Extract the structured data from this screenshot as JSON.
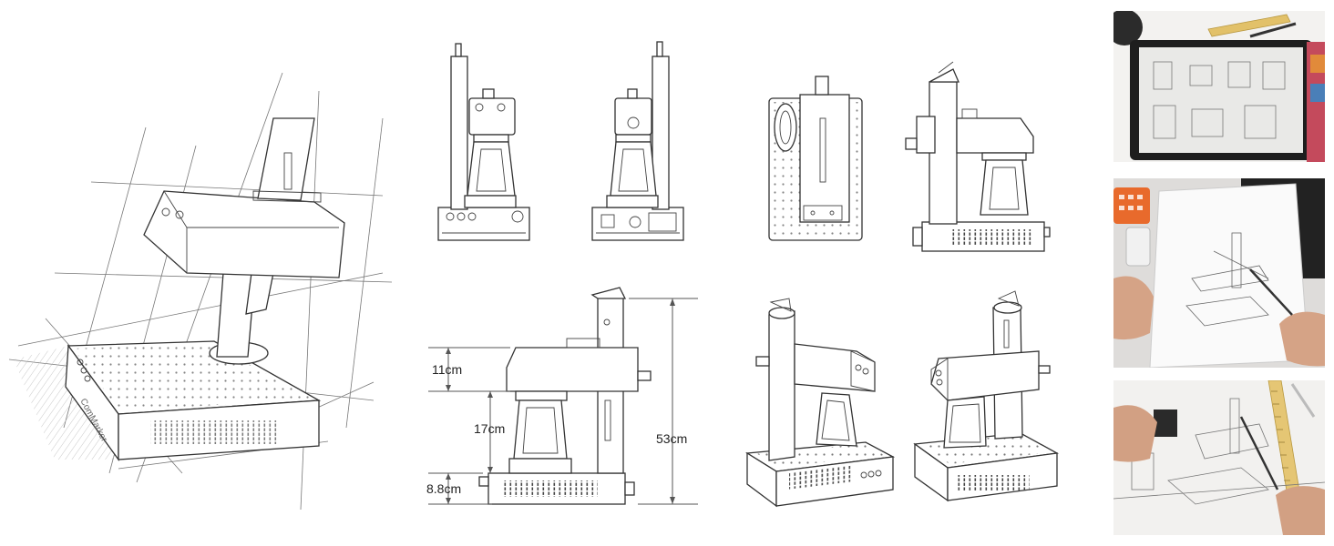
{
  "sketch": {
    "brand": "ComMarker"
  },
  "dimensions": {
    "head": "11cm",
    "gap": "17cm",
    "base": "8.8cm",
    "total": "53cm"
  },
  "colors": {
    "line": "#333333",
    "background": "#ffffff"
  }
}
